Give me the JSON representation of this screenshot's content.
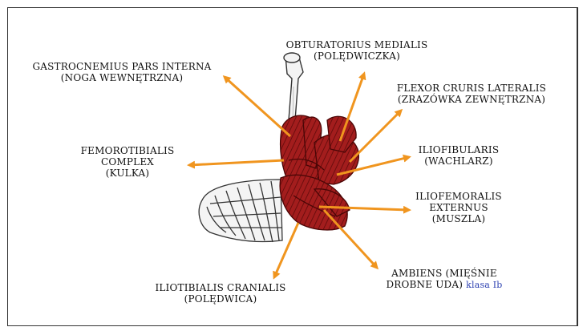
{
  "labels": {
    "obturatorius": {
      "line1": "OBTURATORIUS MEDIALIS",
      "line2": "(POLĘDWICZKA)"
    },
    "gastrocnemius": {
      "line1": "GASTROCNEMIUS PARS INTERNA",
      "line2": "(NOGA WEWNĘTRZNA)"
    },
    "flexor": {
      "line1": "FLEXOR CRURIS LATERALIS",
      "line2": "(ZRAZÓWKA ZEWNĘTRZNA)"
    },
    "femorotibialis": {
      "line1": "FEMOROTIBIALIS",
      "line2": "COMPLEX",
      "line3": "(KULKA)"
    },
    "iliofibularis": {
      "line1": "ILIOFIBULARIS",
      "line2": "(WACHLARZ)"
    },
    "iliofemoralis": {
      "line1": "ILIOFEMORALIS",
      "line2": "EXTERNUS",
      "line3": "(MUSZLA)"
    },
    "ambiens": {
      "line1": "AMBIENS (MIĘŚNIE",
      "line2": "DROBNE UDA)",
      "note": "klasa Ib"
    },
    "iliotibialis": {
      "line1": "ILIOTIBIALIS CRANIALIS",
      "line2": "(POLĘDWICA)"
    }
  },
  "colors": {
    "arrow": "#f0951f",
    "muscle": "#a31d1d",
    "muscle_dark": "#6e0d0d",
    "bone": "#f3f3f3",
    "outline": "#333333",
    "note": "#2b3fb0"
  }
}
